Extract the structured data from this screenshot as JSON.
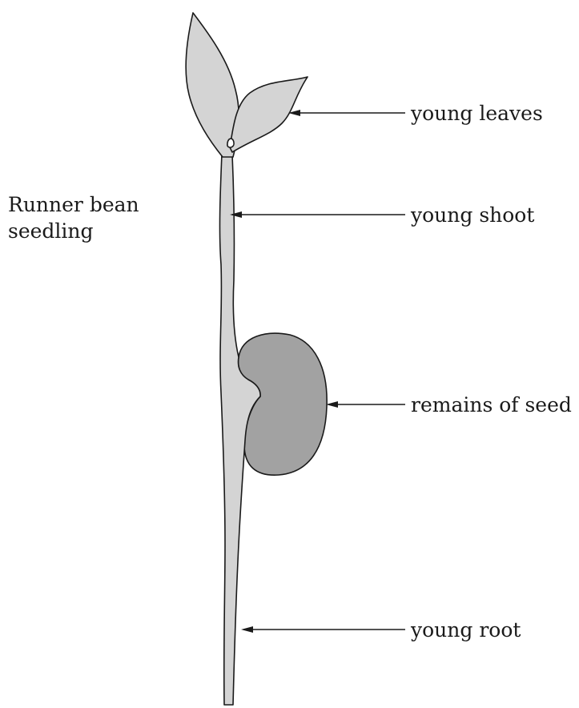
{
  "title": {
    "line1": "Runner bean",
    "line2": "seedling"
  },
  "labels": {
    "young_leaves": "young leaves",
    "young_shoot": "young shoot",
    "remains_of_seed": "remains of seed",
    "young_root": "young root"
  },
  "colors": {
    "plant_fill": "#d4d4d4",
    "seed_fill": "#a2a2a2",
    "outline": "#1a1a1a"
  }
}
